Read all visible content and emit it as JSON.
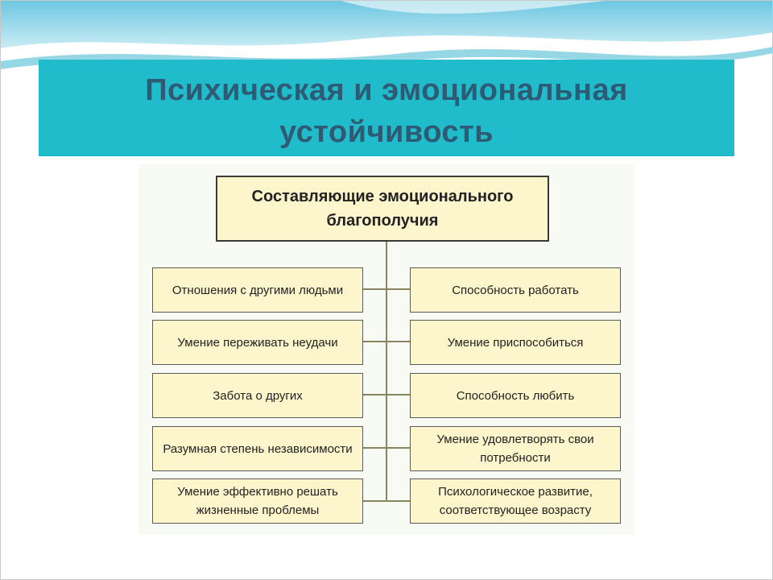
{
  "slide": {
    "title": "Психическая и эмоциональная устойчивость"
  },
  "diagram": {
    "root": "Составляющие эмоционального благополучия",
    "left_items": [
      "Отношения с другими людьми",
      "Умение переживать неудачи",
      "Забота о других",
      "Разумная степень независимости",
      "Умение эффективно решать жизненные проблемы"
    ],
    "right_items": [
      "Способность работать",
      "Умение приспособиться",
      "Способность любить",
      "Умение удовлетворять свои потребности",
      "Психологическое развитие, соответствующее возрасту"
    ]
  },
  "colors": {
    "banner": "#20bccb",
    "title_text": "#2e5a73",
    "box_fill": "#fdf6cc",
    "connector": "#8a8560"
  }
}
